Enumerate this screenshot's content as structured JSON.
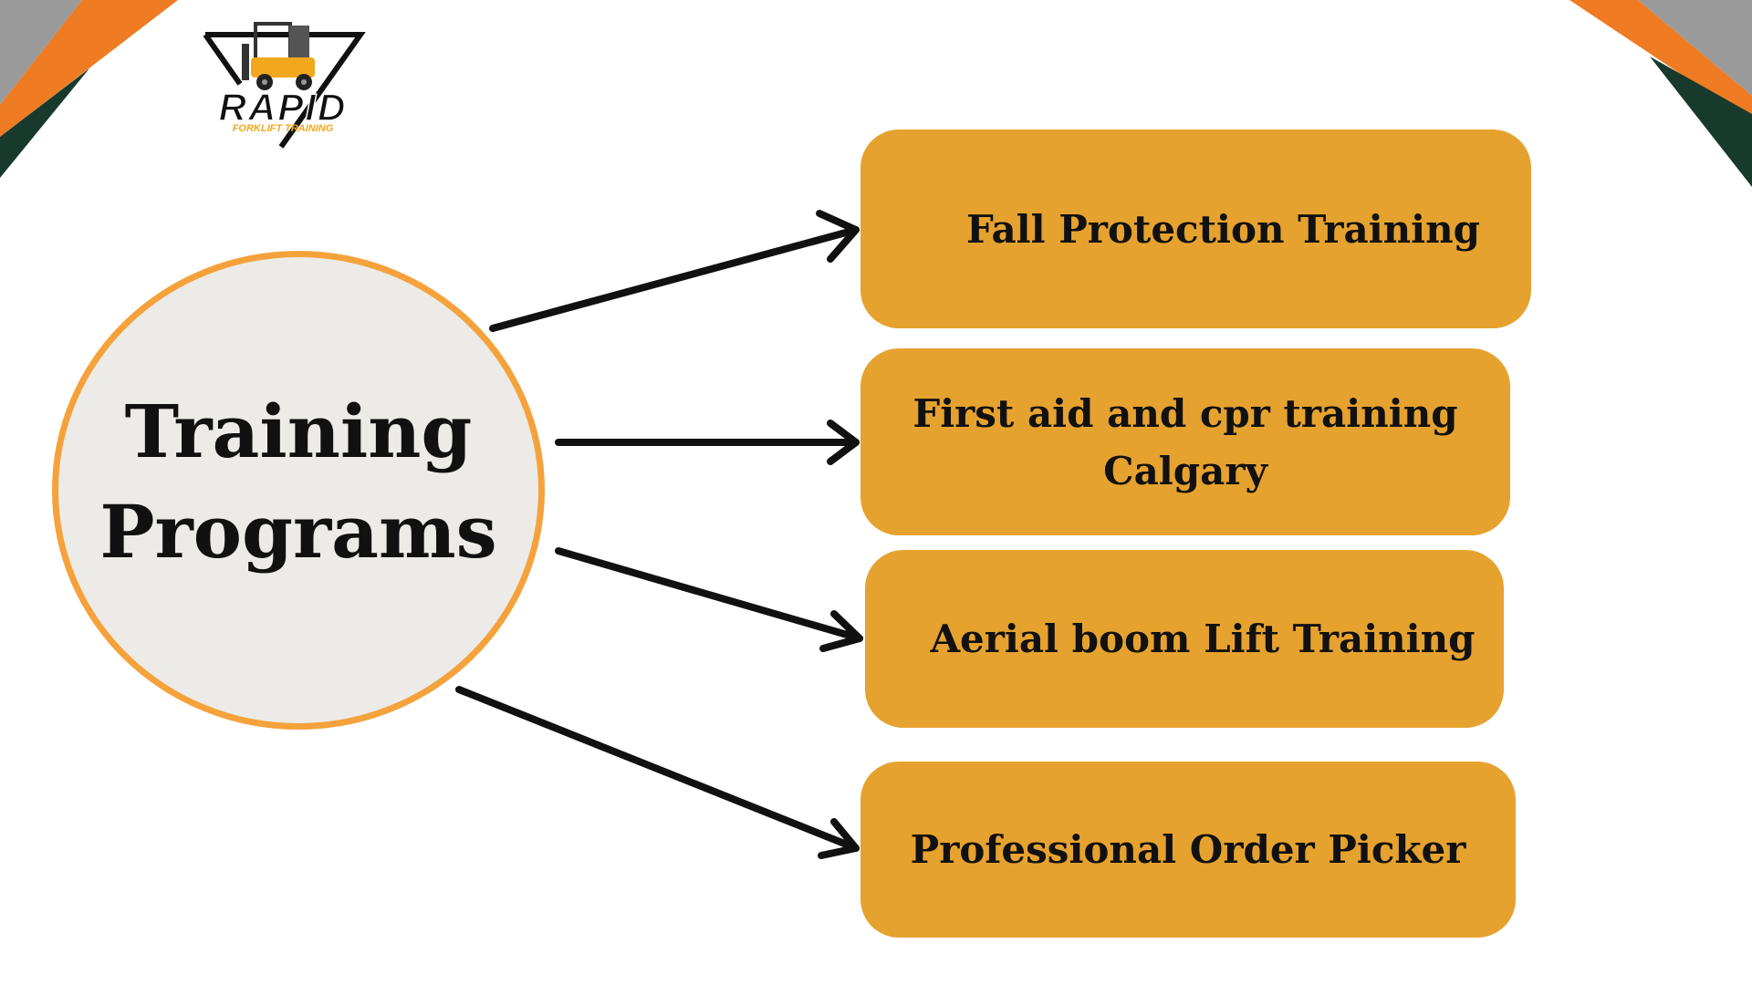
{
  "logo": {
    "brand": "RAPID",
    "tagline": "FORKLIFT TRAINING"
  },
  "hub": {
    "title": "Training Programs"
  },
  "programs": [
    {
      "label": "Fall Protection Training"
    },
    {
      "label": "First aid and cpr training Calgary"
    },
    {
      "label": "Aerial boom Lift Training"
    },
    {
      "label": "Professional Order Picker"
    }
  ],
  "colors": {
    "box_fill": "#e6a22f",
    "hub_fill": "#ecebe7",
    "hub_border": "#f5a23c",
    "accent_orange": "#ef7b22",
    "accent_green": "#173a2c",
    "accent_gray": "#9a9a9a",
    "arrow": "#111111"
  }
}
